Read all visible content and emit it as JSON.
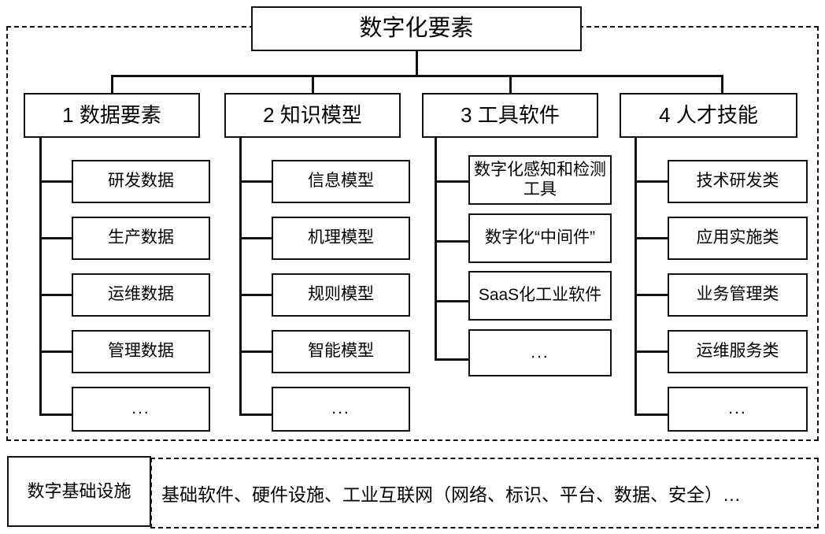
{
  "diagram": {
    "title": "数字化要素",
    "root": {
      "label": "数字化要素"
    },
    "columns": [
      {
        "header": "1 数据要素",
        "items": [
          "研发数据",
          "生产数据",
          "运维数据",
          "管理数据",
          "..."
        ]
      },
      {
        "header": "2 知识模型",
        "items": [
          "信息模型",
          "机理模型",
          "规则模型",
          "智能模型",
          "..."
        ]
      },
      {
        "header": "3 工具软件",
        "items": [
          "数字化感知和检测工具",
          "数字化“中间件”",
          "SaaS化工业软件",
          "..."
        ]
      },
      {
        "header": "4 人才技能",
        "items": [
          "技术研发类",
          "应用实施类",
          "业务管理类",
          "运维服务类",
          "..."
        ]
      }
    ],
    "footer": {
      "label": "数字基础设施",
      "text": "基础软件、硬件设施、工业互联网（网络、标识、平台、数据、安全）…"
    },
    "colors": {
      "stroke": "#111111",
      "background": "#ffffff",
      "text": "#000000"
    }
  }
}
